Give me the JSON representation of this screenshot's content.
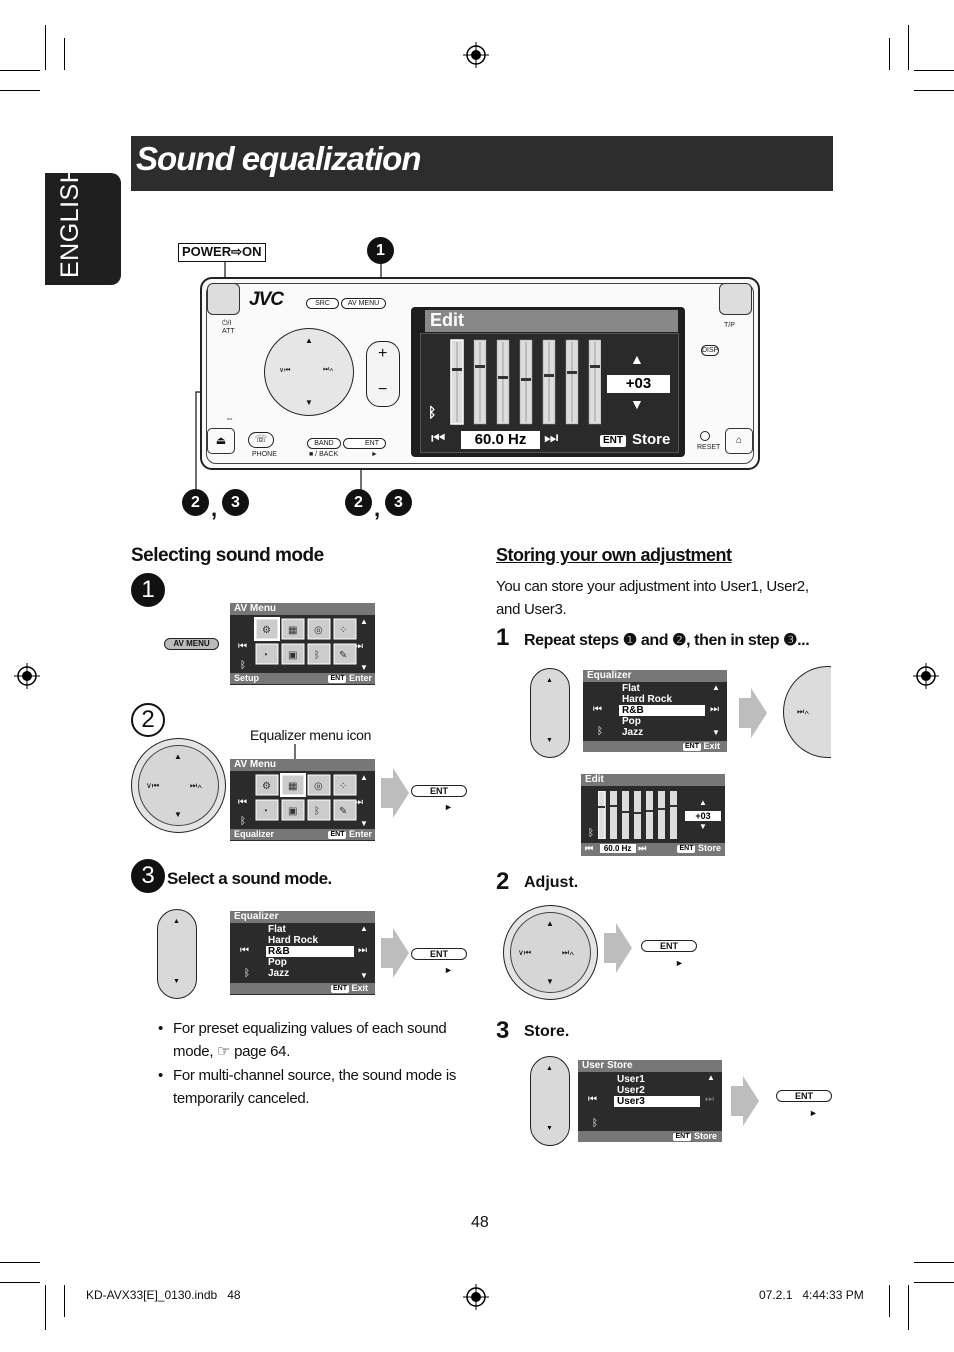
{
  "page": {
    "title": "Sound equalization",
    "language_tab": "ENGLISH",
    "page_number": "48",
    "footer_left": "KD-AVX33[E]_0130.indb   48",
    "footer_right": "07.2.1   4:44:33 PM"
  },
  "device": {
    "power_label": "POWER⇨ON",
    "brand": "JVC",
    "buttons": {
      "src": "SRC",
      "av_menu": "AV MENU",
      "att": "⏻/I ATT",
      "phone": "PHONE",
      "band": "BAND",
      "ent": "ENT",
      "back": "■ / BACK",
      "play": "►",
      "disp": "DISP",
      "reset": "RESET",
      "tp": "T/P",
      "plus": "+",
      "minus": "−"
    },
    "callouts": {
      "top": "1",
      "left_a": "2",
      "left_b": "3",
      "mid_a": "2",
      "mid_b": "3"
    },
    "screen": {
      "header": "Edit",
      "level": "+03",
      "freq": "60.0 Hz",
      "ent": "ENT",
      "store": "Store"
    }
  },
  "left": {
    "heading": "Selecting sound mode",
    "step1": {
      "num": "1",
      "button": "AV MENU",
      "screen_title": "AV Menu",
      "footer_left": "Setup",
      "footer_ent": "ENT",
      "footer_right": "Enter"
    },
    "step2": {
      "num": "2",
      "caption": "Equalizer menu icon",
      "screen_title": "AV Menu",
      "footer_left": "Equalizer",
      "footer_ent": "ENT",
      "footer_right": "Enter",
      "ent_button": "ENT",
      "play": "►"
    },
    "step3": {
      "num": "3",
      "label": "Select a sound mode.",
      "screen_title": "Equalizer",
      "items": [
        "Flat",
        "Hard Rock",
        "R&B",
        "Pop",
        "Jazz"
      ],
      "selected": "R&B",
      "footer_ent": "ENT",
      "footer_right": "Exit",
      "ent_button": "ENT",
      "play": "►"
    },
    "bullets": [
      "For preset equalizing values of each sound mode, ☞ page 64.",
      "For multi-channel source, the sound mode is temporarily canceled."
    ]
  },
  "right": {
    "heading": "Storing your own adjustment",
    "intro": "You can store your adjustment into User1, User2, and User3.",
    "step1": {
      "num": "1",
      "label": "Repeat steps ❶ and ❷, then in step ❸...",
      "eq_title": "Equalizer",
      "eq_items": [
        "Flat",
        "Hard Rock",
        "R&B",
        "Pop",
        "Jazz"
      ],
      "eq_selected": "R&B",
      "eq_footer_ent": "ENT",
      "eq_footer_right": "Exit",
      "edit_title": "Edit",
      "edit_level": "+03",
      "edit_freq": "60.0 Hz",
      "edit_ent": "ENT",
      "edit_store": "Store"
    },
    "step2": {
      "num": "2",
      "label": "Adjust.",
      "ent_button": "ENT",
      "play": "►"
    },
    "step3": {
      "num": "3",
      "label": "Store.",
      "screen_title": "User Store",
      "items": [
        "User1",
        "User2",
        "User3"
      ],
      "selected": "User3",
      "footer_ent": "ENT",
      "footer_right": "Store",
      "ent_button": "ENT",
      "play": "►"
    }
  }
}
